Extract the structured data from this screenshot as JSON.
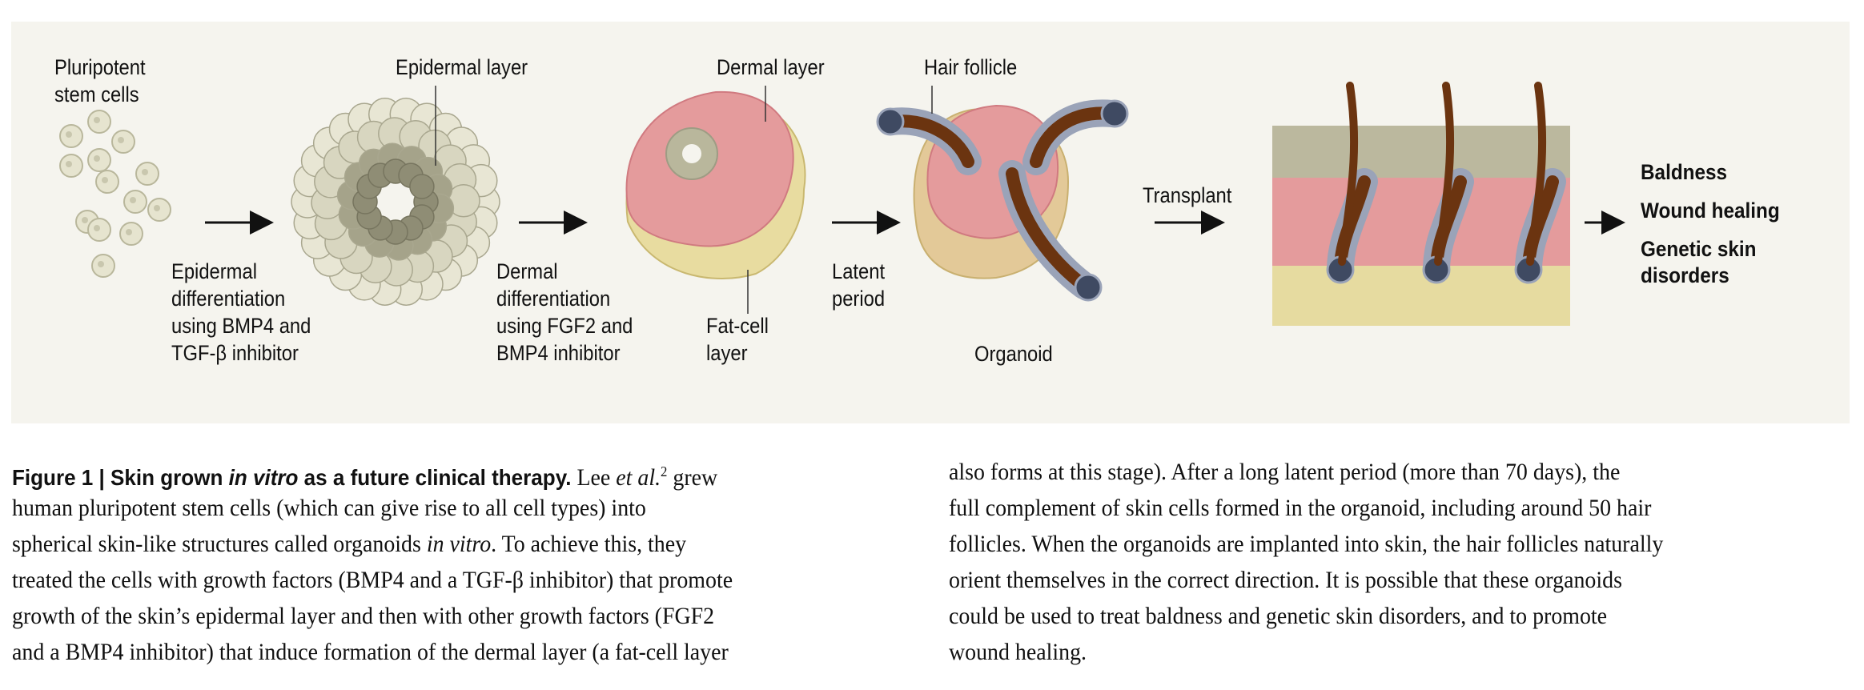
{
  "figure": {
    "labels": {
      "stem_cells": [
        "Pluripotent",
        "stem cells"
      ],
      "epidermal_layer": "Epidermal layer",
      "dermal_layer": "Dermal layer",
      "hair_follicle": "Hair follicle",
      "epidermal_step": [
        "Epidermal",
        "differentiation",
        "using BMP4 and",
        "TGF-β inhibitor"
      ],
      "dermal_step": [
        "Dermal",
        "differentiation",
        "using FGF2 and",
        "BMP4 inhibitor"
      ],
      "fat_cell_layer": [
        "Fat-cell",
        "layer"
      ],
      "latent_period": [
        "Latent",
        "period"
      ],
      "organoid": "Organoid",
      "transplant": "Transplant"
    },
    "outcomes": [
      "Baldness",
      "Wound healing",
      "Genetic skin",
      "disorders"
    ],
    "colors": {
      "background": "#f5f4ee",
      "epidermis": "#b9b79c",
      "dermis": "#e49b9c",
      "fat": "#e8dca0",
      "follicle_sheath": "#9aa3b8",
      "hair": "#6b3410",
      "bulb": "#3f4a62"
    }
  },
  "caption": {
    "left_lines": [
      [
        [
          "Figure 1 | Skin grown ",
          "b"
        ],
        [
          "in vitro",
          "bi"
        ],
        [
          " as a future clinical therapy.",
          "b"
        ],
        [
          " Lee ",
          ""
        ],
        [
          "et al.",
          "i"
        ],
        [
          "2",
          "sup"
        ],
        [
          " grew",
          ""
        ]
      ],
      [
        [
          "human pluripotent stem cells (which can give rise to all cell types) into",
          ""
        ]
      ],
      [
        [
          "spherical skin-like structures called organoids ",
          ""
        ],
        [
          "in vitro",
          "i"
        ],
        [
          ". To achieve this, they",
          ""
        ]
      ],
      [
        [
          "treated the cells with growth factors (BMP4 and a TGF-β inhibitor) that promote",
          ""
        ]
      ],
      [
        [
          "growth of the skin’s epidermal layer and then with other growth factors (FGF2",
          ""
        ]
      ],
      [
        [
          "and a BMP4 inhibitor) that induce formation of the dermal layer (a fat-cell layer",
          ""
        ]
      ]
    ],
    "right_lines": [
      [
        [
          "also forms at this stage). After a long latent period (more than 70 days), the",
          ""
        ]
      ],
      [
        [
          "full complement of skin cells formed in the organoid, including around 50 hair",
          ""
        ]
      ],
      [
        [
          "follicles. When the organoids are implanted into skin, the hair follicles naturally",
          ""
        ]
      ],
      [
        [
          "orient themselves in the correct direction. It is possible that these organoids",
          ""
        ]
      ],
      [
        [
          "could be used to treat baldness and genetic skin disorders, and to promote",
          ""
        ]
      ],
      [
        [
          "wound healing.",
          ""
        ]
      ]
    ]
  }
}
